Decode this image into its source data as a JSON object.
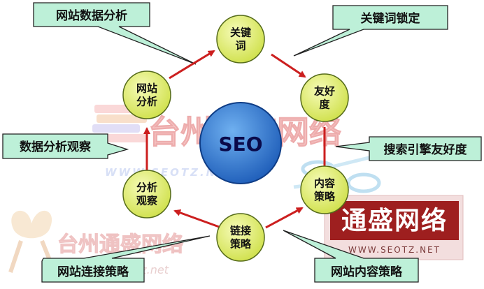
{
  "diagram": {
    "center_label": "SEO",
    "nodes": [
      {
        "id": "keywords",
        "lines": [
          "关键",
          "词"
        ]
      },
      {
        "id": "friendliness",
        "lines": [
          "友好",
          "度"
        ]
      },
      {
        "id": "content-strategy",
        "lines": [
          "内容",
          "策略"
        ]
      },
      {
        "id": "link-strategy",
        "lines": [
          "链接",
          "策略"
        ]
      },
      {
        "id": "analysis-observation",
        "lines": [
          "分析",
          "观察"
        ]
      },
      {
        "id": "site-analysis",
        "lines": [
          "网站",
          "分析"
        ]
      }
    ],
    "callouts": {
      "site_data_analysis": "网站数据分析",
      "keyword_locking": "关键词锁定",
      "data_analysis_observation": "数据分析观察",
      "search_engine_friendliness": "搜索引擎友好度",
      "site_link_strategy": "网站连接策略",
      "site_content_strategy": "网站内容策略"
    }
  },
  "watermarks": {
    "brand_cn": "台州通盛网络",
    "brand_url": "WWW.SEOTZ.NET",
    "logo_cn": "通盛网络",
    "logo_url": "WWW.SEOTZ.NET",
    "bottom_brand_cn": "台州通盛网络",
    "bottom_url": "tz.net"
  },
  "colors": {
    "node_fill": "#e4f27a",
    "node_stroke": "#556b1a",
    "callout_fill": "#bdf0d8",
    "callout_stroke": "#222222",
    "arrow": "#cc1f1f",
    "center_fill": "#2f7ad9",
    "watermark_red": "#f29c9c",
    "logo_bg": "#9e1f1f"
  }
}
